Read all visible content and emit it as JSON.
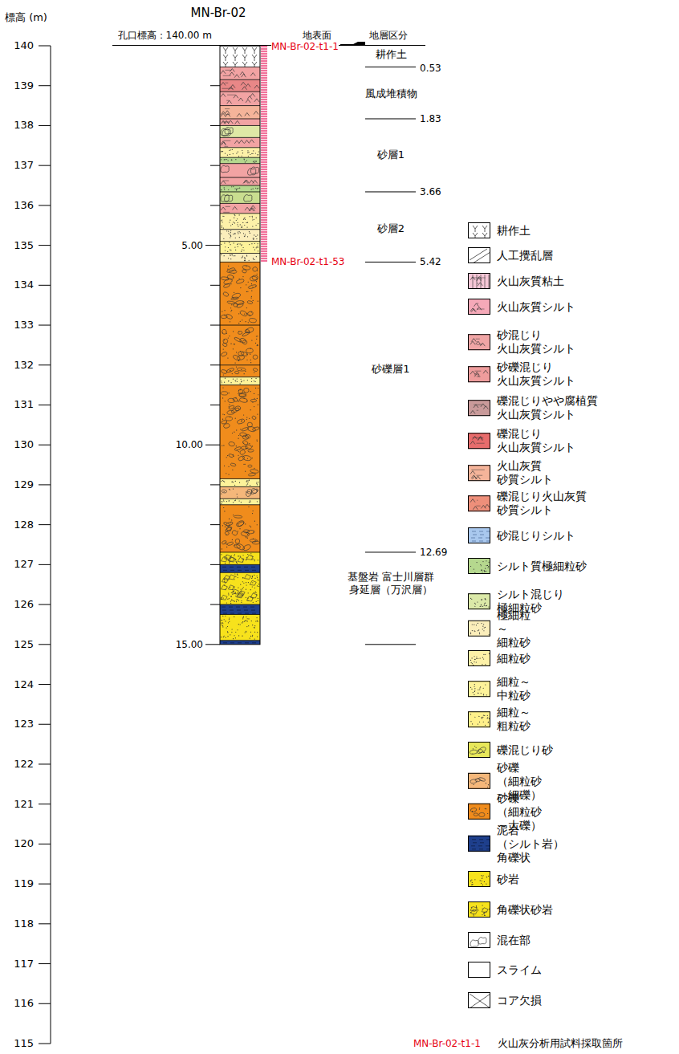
{
  "diagram": {
    "title": "MN-Br-02",
    "labels": [
      "標高 (m)",
      "孔口標高：140.00 m",
      "地表面",
      "地層区分",
      "140",
      "139",
      "138",
      "137",
      "136",
      "135",
      "134",
      "133",
      "132",
      "131",
      "130",
      "129",
      "128",
      "127",
      "126",
      "125",
      "124",
      "123",
      "122",
      "121",
      "120",
      "119",
      "118",
      "117",
      "116",
      "115",
      "5.00",
      "10.00",
      "15.00",
      "MN-Br-02-t1-1",
      "MN-Br-02-t1-53",
      "耕作土",
      "0.53",
      "風成堆積物",
      "1.83",
      "砂層1",
      "3.66",
      "砂層2",
      "5.42",
      "砂礫層1",
      "12.69",
      "基盤岩 富士川層群 身延層（万沢層）",
      "MN-Br-02-t1-1",
      "火山灰分析用試料採取箇所"
    ],
    "legend": [
      {
        "text": "耕作土"
      },
      {
        "text": "人工攪乱層"
      },
      {
        "text": "火山灰質粘土",
        "color": "#f7c6d6"
      },
      {
        "text": "火山灰質シルト",
        "color": "#f5a9b8"
      },
      {
        "text": "砂混じり 火山灰質シルト",
        "color": "#f0a5a5"
      },
      {
        "text": "砂礫混じり 火山灰質シルト",
        "color": "#ee9c9c"
      },
      {
        "text": "礫混じりやや腐植質 火山灰質シルト",
        "color": "#c99a9a"
      },
      {
        "text": "礫混じり 火山灰質シルト",
        "color": "#e86c6c"
      },
      {
        "text": "火山灰質 砂質シルト",
        "color": "#f5b49a"
      },
      {
        "text": "礫混じり火山灰質 砂質シルト",
        "color": "#ee8f7a"
      },
      {
        "text": "砂混じりシルト",
        "color": "#a9c8ee"
      },
      {
        "text": "シルト質極細粒砂",
        "color": "#b5d88e"
      },
      {
        "text": "シルト混じり 極細粒砂",
        "color": "#dbe9a8"
      },
      {
        "text": "極細粒～細粒砂",
        "color": "#fbeebb"
      },
      {
        "text": "細粒砂",
        "color": "#fdf1a8"
      },
      {
        "text": "細粒～中粒砂",
        "color": "#fdf39a"
      },
      {
        "text": "細粒～粗粒砂",
        "color": "#fff08a"
      },
      {
        "text": "礫混じり砂",
        "color": "#e8e85a"
      },
      {
        "text": "砂礫 （細粒砂～細礫）",
        "color": "#f5b77a"
      },
      {
        "text": "砂礫 （細粒砂～大礫）",
        "color": "#f08c1c"
      },
      {
        "text": "泥岩（シルト岩） 角礫状",
        "color": "#1e3f8c"
      },
      {
        "text": "砂岩",
        "color": "#f7e21c"
      },
      {
        "text": "角礫状砂岩",
        "color": "#f7e21c"
      },
      {
        "text": "混在部"
      },
      {
        "text": "スライム"
      },
      {
        "text": "コア欠損"
      }
    ]
  }
}
